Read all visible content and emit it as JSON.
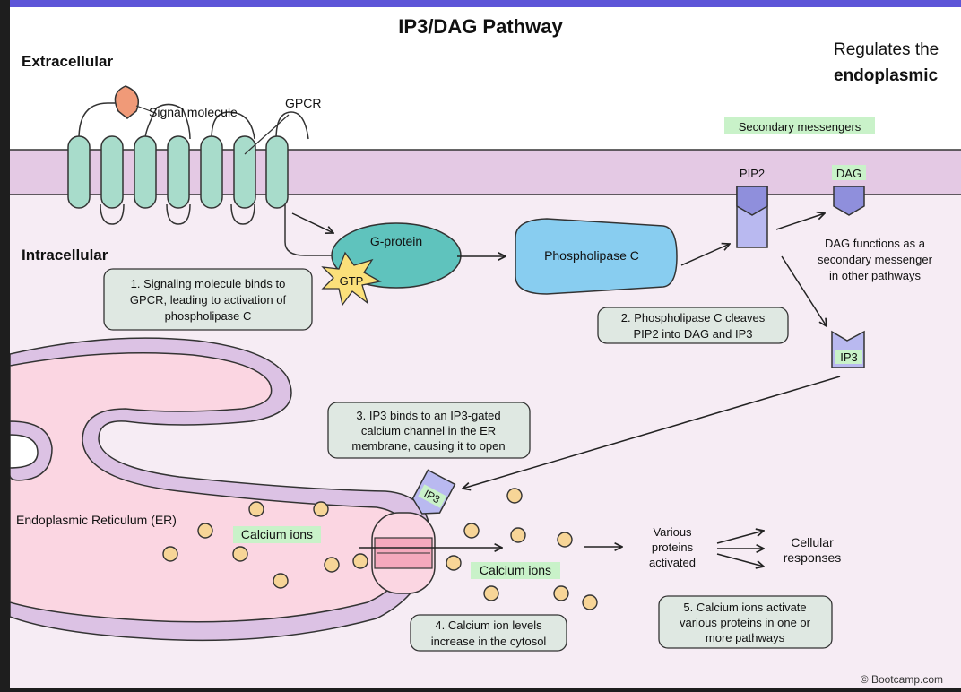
{
  "title": "IP3/DAG Pathway",
  "labels": {
    "extracellular": "Extracellular",
    "intracellular": "Intracellular",
    "regulates_line1": "Regulates the",
    "regulates_line2": "endoplasmic",
    "signal_molecule": "Signal molecule",
    "gpcr": "GPCR",
    "secondary_messengers": "Secondary messengers",
    "pip2": "PIP2",
    "dag": "DAG",
    "g_protein": "G-protein",
    "gtp": "GTP",
    "phospholipase_c": "Phospholipase C",
    "ip3_cytosol": "IP3",
    "ip3_bound": "IP3",
    "er": "Endoplasmic Reticulum (ER)",
    "calcium_ions_er": "Calcium ions",
    "calcium_ions_cytosol": "Calcium ions",
    "various_proteins": [
      "Various",
      "proteins",
      "activated"
    ],
    "cellular_responses": [
      "Cellular",
      "responses"
    ],
    "dag_note": [
      "DAG functions as a",
      "secondary messenger",
      "in other pathways"
    ],
    "copyright": "© Bootcamp.com"
  },
  "steps": {
    "step1": [
      "1. Signaling molecule binds to",
      "GPCR, leading to activation of",
      "phospholipase C"
    ],
    "step2": [
      "2. Phospholipase C cleaves",
      "PIP2 into DAG and IP3"
    ],
    "step3": [
      "3. IP3 binds to an IP3-gated",
      "calcium channel in the ER",
      "membrane, causing it to open"
    ],
    "step4": [
      "4. Calcium ion levels",
      "increase in the cytosol"
    ],
    "step5": [
      "5. Calcium ions activate",
      "various proteins in one or",
      "more pathways"
    ]
  },
  "colors": {
    "frame_top": "#5d55d8",
    "membrane": "#e4c9e4",
    "cytosol": "#f6ecf4",
    "er_fill": "#fbd6e2",
    "er_membrane": "#dcc2e4",
    "gpcr": "#a8dccb",
    "g_protein": "#5fc3bd",
    "phospholipase": "#88cdf0",
    "messenger": "#b9b9f0",
    "calcium": "#f7d597",
    "note_box": "#dfe8e2",
    "highlight": "#c9f2c9",
    "gtp": "#fbe07a",
    "signal": "#f09a78"
  }
}
